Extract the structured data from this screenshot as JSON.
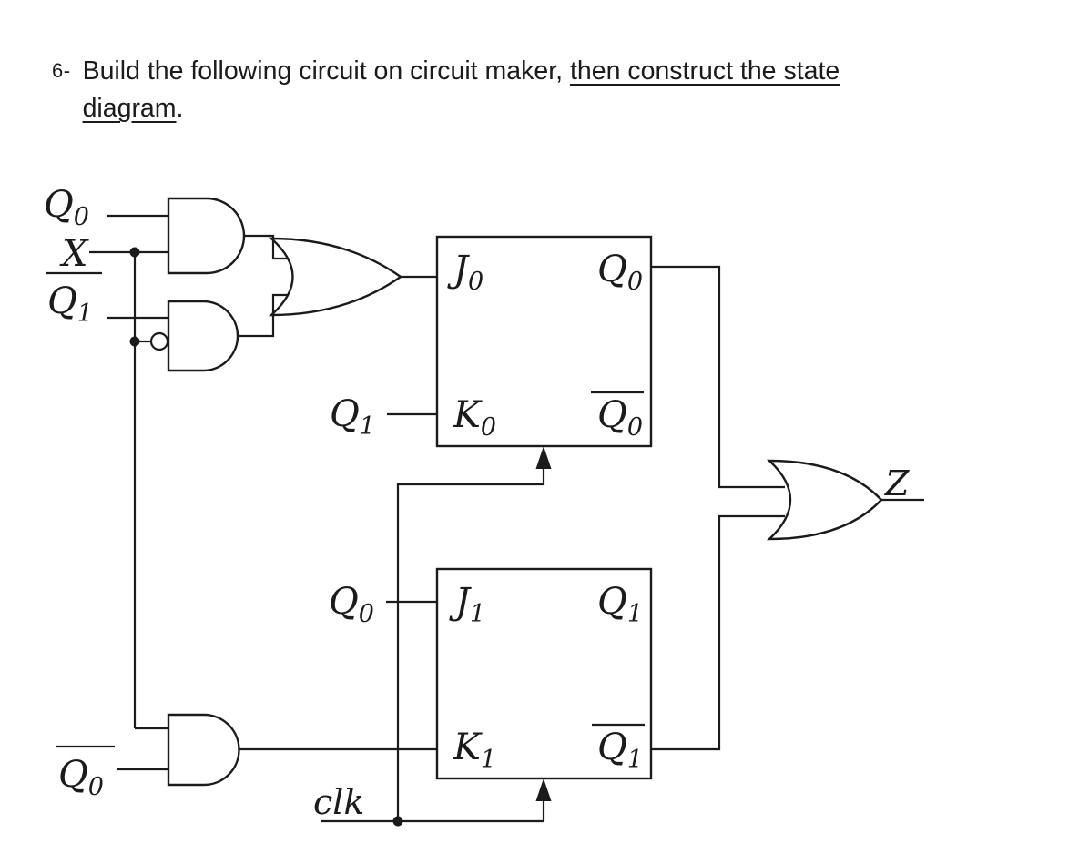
{
  "colors": {
    "paper": "#ffffff",
    "ink": "#1b1b1b"
  },
  "title": {
    "number": "6-",
    "line1_normal": "Build the following circuit on circuit maker, ",
    "line1_underlined": "then construct the state",
    "line2_underlined": "diagram",
    "line2_after": "."
  },
  "inputs": {
    "q0": {
      "main": "Q",
      "sub": "0"
    },
    "x": {
      "main": "X"
    },
    "q1_bar": {
      "main": "Q",
      "sub": "1",
      "overline": true
    },
    "q0_bar": {
      "main": "Q",
      "sub": "0",
      "overline": true
    }
  },
  "nets": {
    "k0_driver": {
      "main": "Q",
      "sub": "1"
    },
    "j1_driver": {
      "main": "Q",
      "sub": "0"
    },
    "clock": {
      "main": "clk"
    },
    "output": {
      "main": "Z"
    }
  },
  "flipflop0": {
    "j": {
      "main": "J",
      "sub": "0"
    },
    "q": {
      "main": "Q",
      "sub": "0"
    },
    "k": {
      "main": "K",
      "sub": "0"
    },
    "q_bar": {
      "main": "Q",
      "sub": "0",
      "overline": true
    }
  },
  "flipflop1": {
    "j": {
      "main": "J",
      "sub": "1"
    },
    "q": {
      "main": "Q",
      "sub": "1"
    },
    "k": {
      "main": "K",
      "sub": "1"
    },
    "q_bar": {
      "main": "Q",
      "sub": "1",
      "overline": true
    }
  }
}
